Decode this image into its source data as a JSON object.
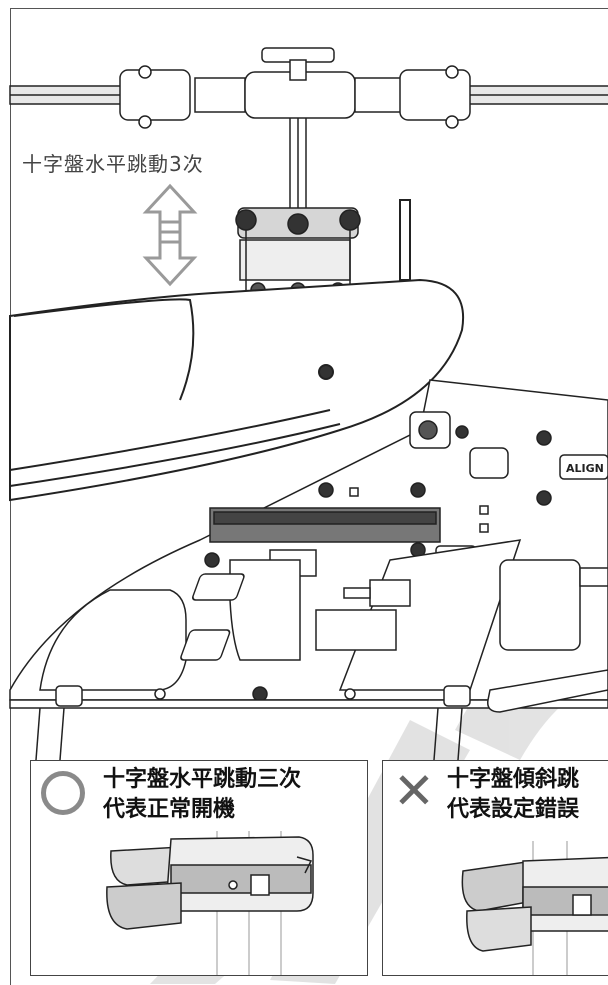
{
  "top_annotation": "十字盤水平跳動3次",
  "callouts": [
    {
      "marker": "circle-icon",
      "line1": "十字盤水平跳動三次",
      "line2": "代表正常開機"
    },
    {
      "marker": "✕",
      "line1": "十字盤傾斜跳",
      "line2": "代表設定錯誤"
    }
  ],
  "brand_plate_text": "ALIGN",
  "colors": {
    "line": "#222222",
    "watermark": "#c8c8c8",
    "arrow": "#9a9a9a"
  }
}
